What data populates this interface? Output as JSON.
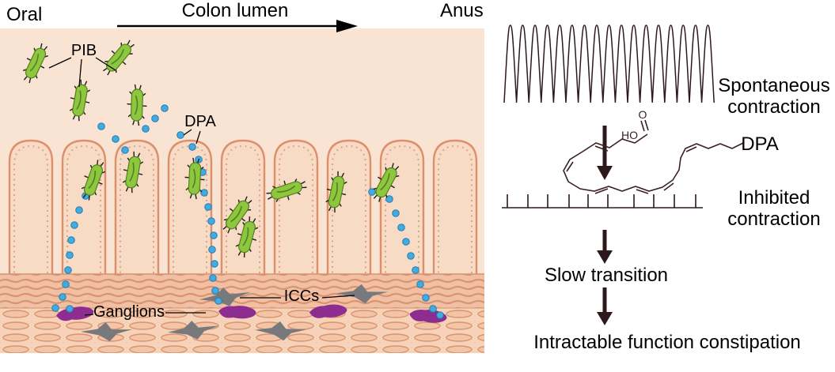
{
  "left": {
    "oral": "Oral",
    "colon_lumen": "Colon lumen",
    "anus": "Anus",
    "pib": "PIB",
    "dpa": "DPA",
    "iccs": "ICCs",
    "ganglions": "Ganglions"
  },
  "right": {
    "spontaneous_1": "Spontaneous",
    "spontaneous_2": "contraction",
    "dpa": "DPA",
    "inhibited_1": "Inhibited",
    "inhibited_2": "contraction",
    "slow_transition": "Slow transition",
    "outcome": "Intractable function constipation",
    "chem": {
      "o": "O",
      "ho": "HO"
    }
  },
  "colors": {
    "bacteria_green": "#8dc63f",
    "bacteria_outline": "#55801e",
    "dpa_dot_blue": "#45aadd",
    "dpa_dot_outline": "#1f7fb5",
    "tissue_background": "#f9e3d2",
    "villus_fill": "#f8dbc5",
    "villus_outline": "#dd8f6c",
    "muscle_fiber": "#d9936f",
    "ganglion_purple": "#8e2d90",
    "icc_gray": "#77797c",
    "ink": "#2d181c"
  }
}
